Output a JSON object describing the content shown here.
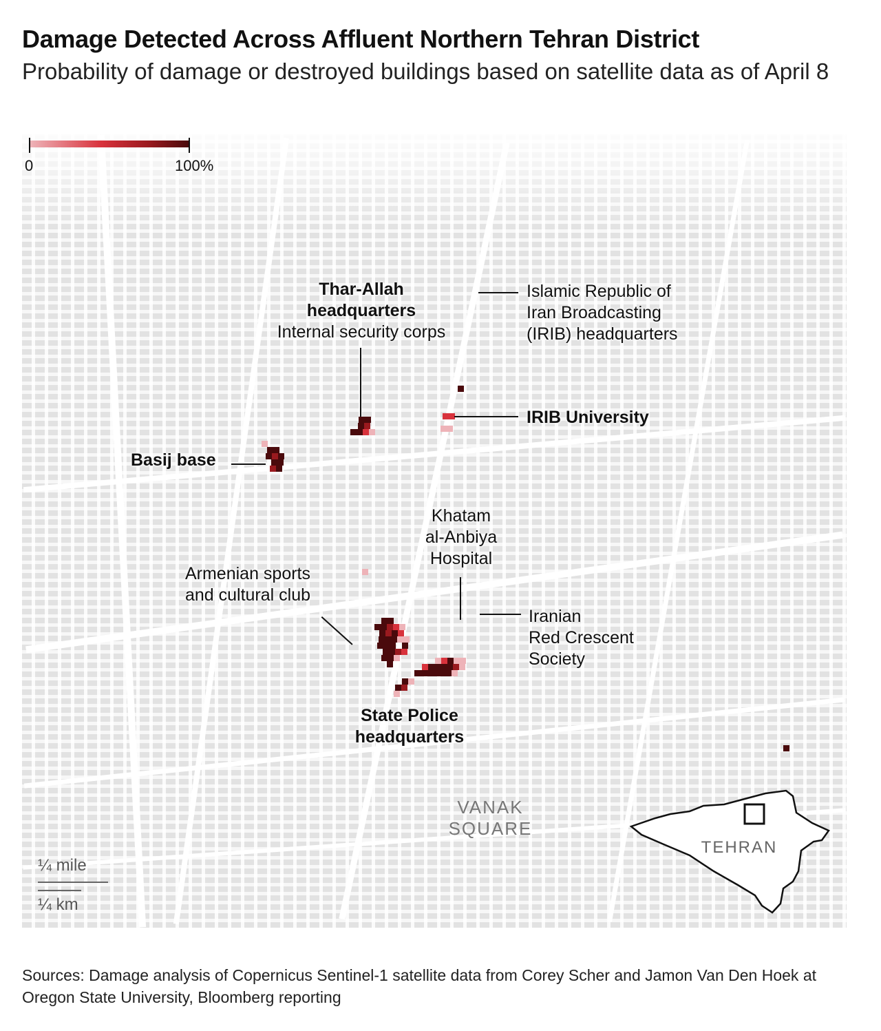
{
  "header": {
    "title": "Damage Detected Across Affluent Northern Tehran District",
    "subtitle": "Probability of damage or destroyed buildings based on satellite data as of April 8"
  },
  "legend": {
    "min_label": "0",
    "max_label": "100%",
    "colors": [
      "#eeb3b8",
      "#d8323c",
      "#9a1a1f",
      "#4a0a0c"
    ]
  },
  "labels": {
    "thar_allah_1": "Thar-Allah",
    "thar_allah_2": "headquarters",
    "thar_allah_sub": "Internal security corps",
    "irib_hq_1": "Islamic Republic of",
    "irib_hq_2": "Iran Broadcasting",
    "irib_hq_3": "(IRIB) headquarters",
    "irib_university": "IRIB University",
    "basij": "Basij base",
    "khatam_1": "Khatam",
    "khatam_2": "al-Anbiya",
    "khatam_3": "Hospital",
    "armenian_1": "Armenian sports",
    "armenian_2": "and cultural club",
    "red_crescent_1": "Iranian",
    "red_crescent_2": "Red Crescent",
    "red_crescent_3": "Society",
    "police_1": "State Police",
    "police_2": "headquarters",
    "vanak_1": "VANAK",
    "vanak_2": "SQUARE",
    "tehran": "TEHRAN"
  },
  "scale": {
    "mile": "¼ mile",
    "km": "¼ km"
  },
  "footer": {
    "sources": "Sources: Damage analysis of Copernicus Sentinel-1 satellite data from Corey Scher and Jamon Van Den Hoek at Oregon State University, Bloomberg reporting"
  }
}
